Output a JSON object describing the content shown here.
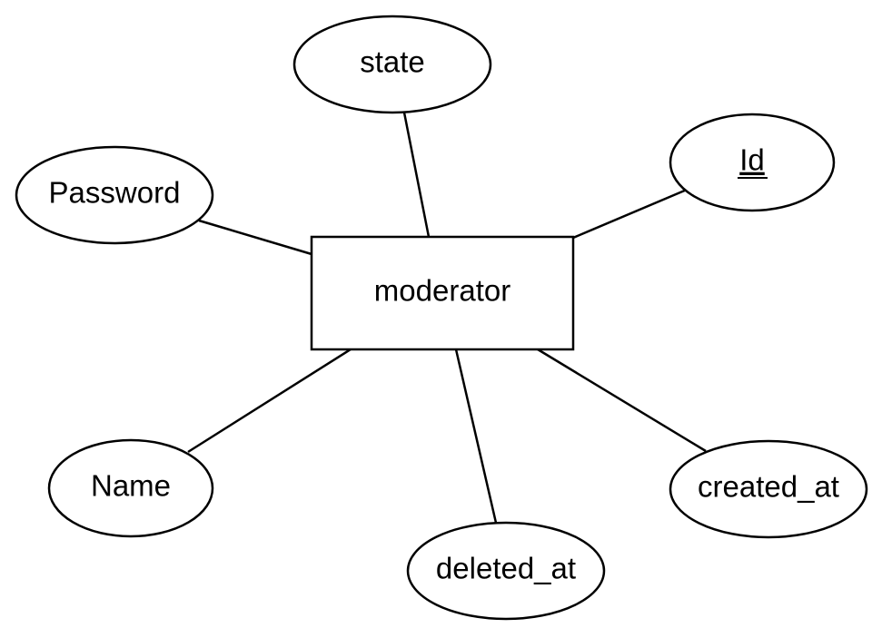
{
  "entity": {
    "label": "moderator"
  },
  "attributes": {
    "state": {
      "label": "state",
      "is_key": false
    },
    "id": {
      "label": "Id",
      "is_key": true
    },
    "password": {
      "label": "Password",
      "is_key": false
    },
    "name": {
      "label": "Name",
      "is_key": false
    },
    "deleted_at": {
      "label": "deleted_at",
      "is_key": false
    },
    "created_at": {
      "label": "created_at",
      "is_key": false
    }
  },
  "relationships": [
    {
      "from": "entity",
      "to": "state"
    },
    {
      "from": "entity",
      "to": "id"
    },
    {
      "from": "entity",
      "to": "password"
    },
    {
      "from": "entity",
      "to": "name"
    },
    {
      "from": "entity",
      "to": "deleted_at"
    },
    {
      "from": "entity",
      "to": "created_at"
    }
  ],
  "colors": {
    "stroke": "#000000",
    "fill": "#ffffff",
    "text": "#000000"
  }
}
